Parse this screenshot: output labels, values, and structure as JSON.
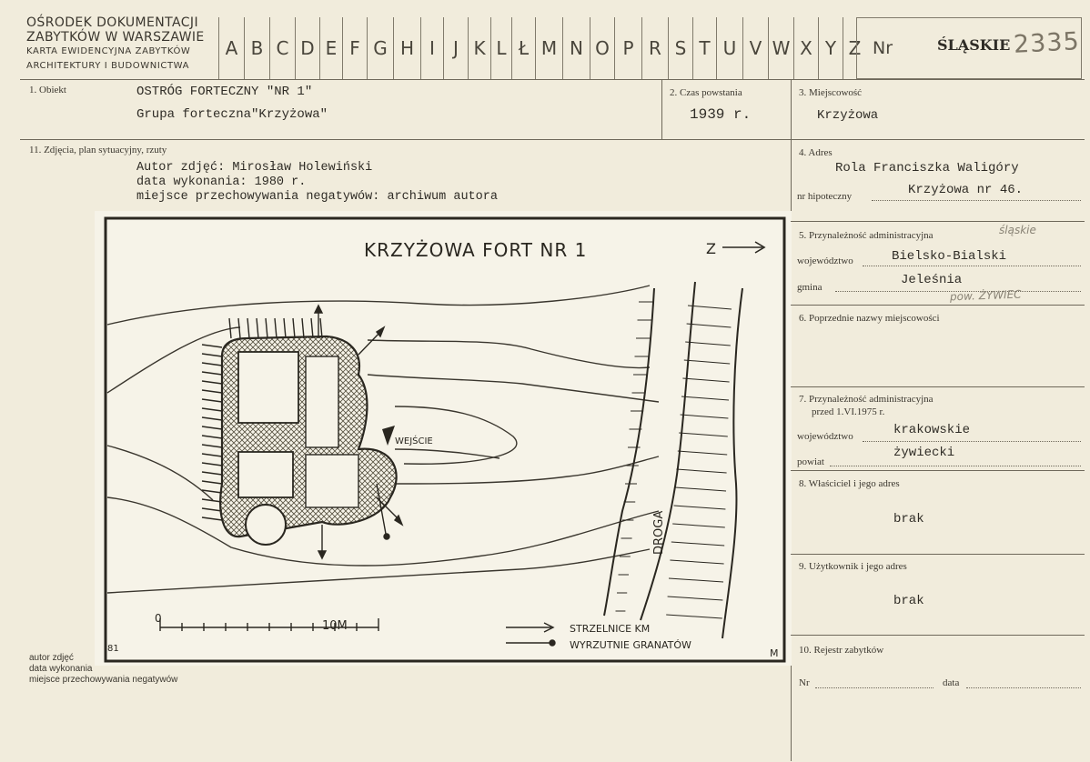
{
  "header": {
    "institution_lines": [
      "OŚRODEK DOKUMENTACJI",
      "ZABYTKÓW W WARSZAWIE",
      "KARTA EWIDENCYJNA ZABYTKÓW",
      "ARCHITEKTURY I BUDOWNICTWA"
    ],
    "letters": [
      "A",
      "B",
      "C",
      "D",
      "E",
      "F",
      "G",
      "H",
      "I",
      "J",
      "K",
      "L",
      "Ł",
      "M",
      "N",
      "O",
      "P",
      "R",
      "S",
      "T",
      "U",
      "V",
      "W",
      "X",
      "Y",
      "Z"
    ],
    "nr_label": "Nr",
    "region": "ŚLĄSKIE",
    "number": "2335"
  },
  "obiekt": {
    "label": "1. Obiekt",
    "line1": "OSTRÓG FORTECZNY \"NR 1\"",
    "line2": "Grupa forteczna\"Krzyżowa\""
  },
  "czas": {
    "label": "2. Czas powstania",
    "value": "1939 r."
  },
  "miejscowosc": {
    "label": "3. Miejscowość",
    "value": "Krzyżowa"
  },
  "section11": {
    "label": "11. Zdjęcia, plan sytuacyjny, rzuty",
    "line1": "Autor zdjęć:  Mirosław Holewiński",
    "line2": "data wykonania:     1980 r.",
    "line3": "miejsce przechowywania negatywów: archiwum autora"
  },
  "plan": {
    "title": "KRZYŻOWA  FORT NR 1",
    "north": "Z",
    "entrance": "WEJŚCIE",
    "road": "DROGA",
    "scale_zero": "0",
    "scale_label": "10M",
    "legend1": "STRZELNICE KM",
    "legend2": "WYRZUTNIE GRANATÓW",
    "corner_left": "81",
    "corner_right": "M"
  },
  "adres": {
    "label": "4. Adres",
    "line1": "Rola Franciszka Waligóry",
    "hip_label": "nr hipoteczny",
    "line2": "Krzyżowa nr 46."
  },
  "przynaleznosc": {
    "label": "5. Przynależność administracyjna",
    "handwritten_top": "śląskie",
    "woj_label": "województwo",
    "woj_value": "Bielsko-Bialski",
    "gmina_label": "gmina",
    "gmina_value": "Jeleśnia",
    "handwritten_bottom": "pow. ŻYWIEC"
  },
  "poprzednie": {
    "label": "6. Poprzednie nazwy miejscowości"
  },
  "przed1975": {
    "label1": "7. Przynależność administracyjna",
    "label2": "przed 1.VI.1975 r.",
    "woj_label": "województwo",
    "woj_value": "krakowskie",
    "powiat_label": "powiat",
    "powiat_value": "żywiecki"
  },
  "wlasciciel": {
    "label": "8. Właściciel i jego adres",
    "value": "brak"
  },
  "uzytkownik": {
    "label": "9. Użytkownik i jego adres",
    "value": "brak"
  },
  "rejestr": {
    "label": "10. Rejestr zabytków",
    "nr_label": "Nr",
    "data_label": "data"
  },
  "footer": {
    "line1": "autor zdjęć",
    "line2": "data wykonania",
    "line3": "miejsce przechowywania negatywów"
  }
}
